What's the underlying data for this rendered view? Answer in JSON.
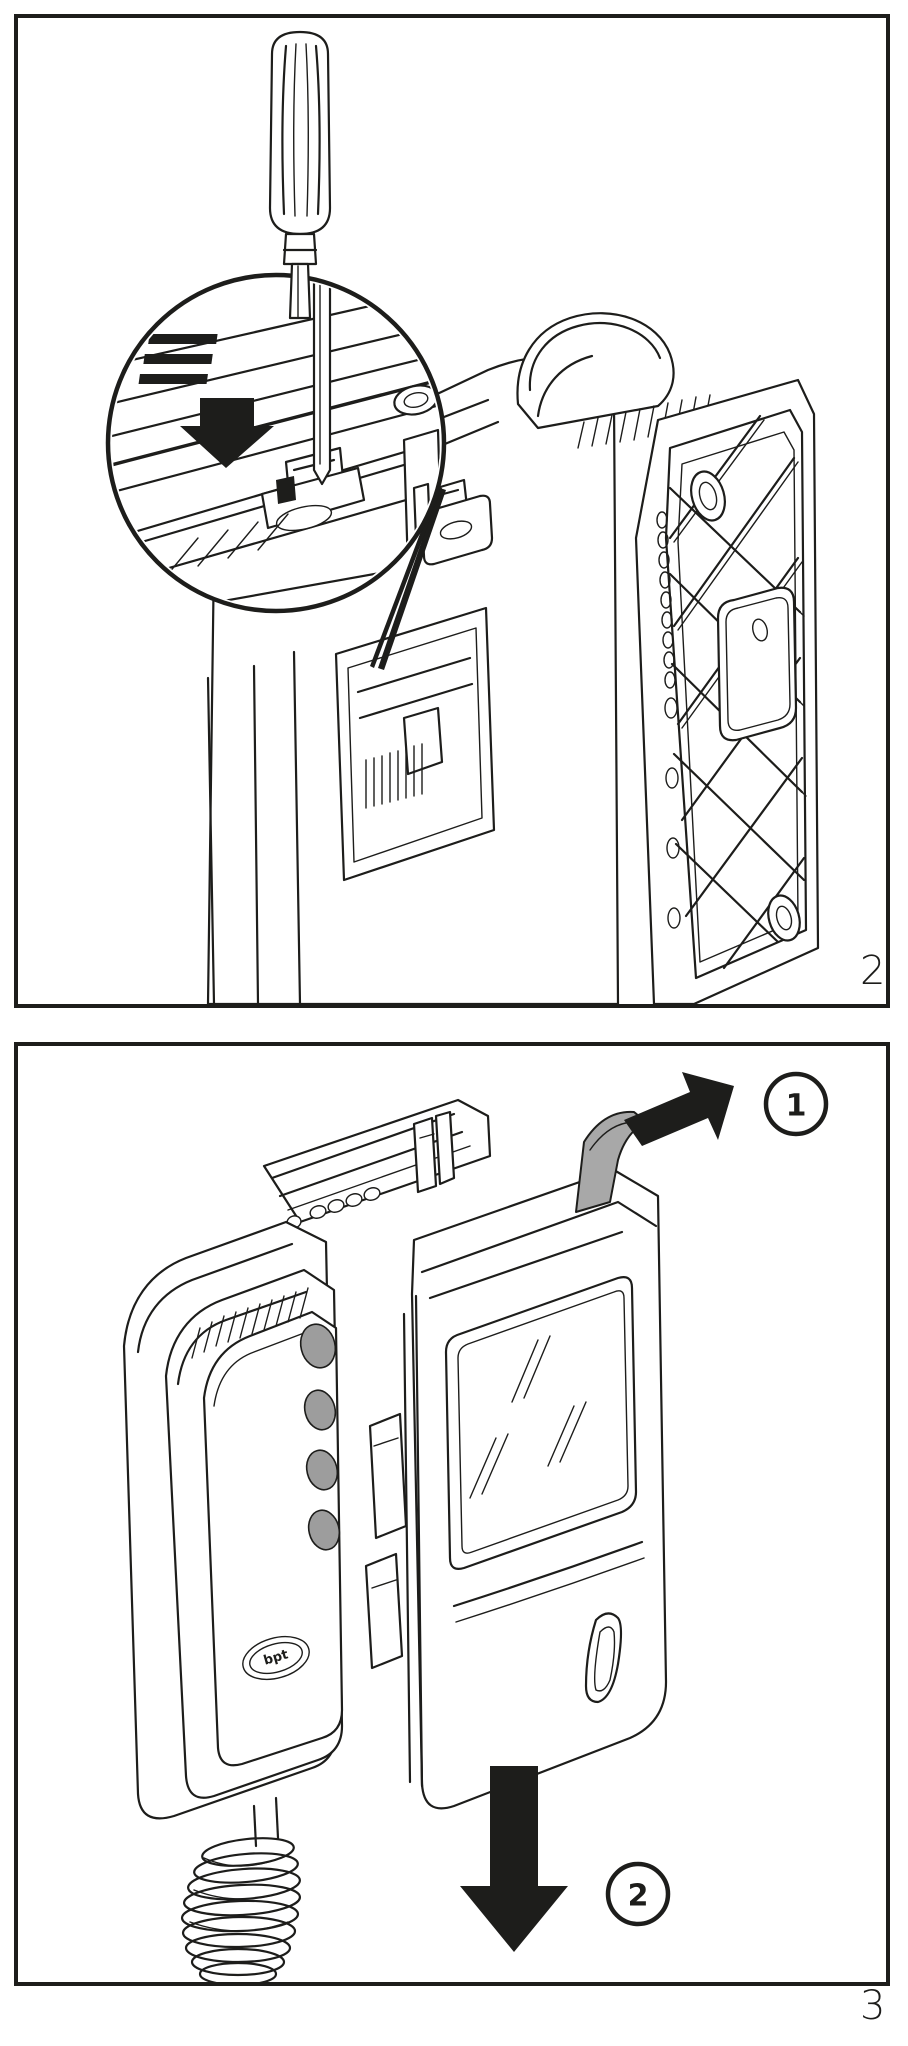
{
  "document": {
    "kind": "technical-illustration",
    "title": "Door entry phone — cover removal instructions",
    "background_color": "#ffffff",
    "line_color": "#1d1d1b",
    "accent_gray": "#a8a8a8"
  },
  "panels": [
    {
      "id": "panel-1",
      "figure_number": "2",
      "caption": "",
      "description": "Screwdriver releasing the retaining clip on the wall bracket of a door entry phone; circular magnified detail view linked by leader lines to the clip location.",
      "elements": {
        "screwdriver": {
          "name": "screwdriver",
          "orientation": "vertical",
          "tip": "flat-blade"
        },
        "detail_circle": {
          "name": "magnified-detail",
          "shape": "circle"
        },
        "press_arrow": {
          "name": "press-down-arrow",
          "direction": "down",
          "color": "#1d1d1b",
          "motion_lines": 3
        },
        "leader_lines": {
          "name": "detail-leader",
          "count": 2
        },
        "device": {
          "name": "wall-bracket-backplate",
          "features": [
            "diagonal-lattice-grille",
            "ventilation-slots",
            "screw-holes",
            "retaining-clip"
          ]
        }
      }
    },
    {
      "id": "panel-2",
      "figure_number": "3",
      "caption": "",
      "description": "Intercom handset mounted beside the base unit; a grey tab is lifted (step 1) and the front cover is slid downward (step 2).",
      "elements": {
        "handset": {
          "name": "handset",
          "logo_text": "bpt",
          "has_coiled_cord": true,
          "button_count": 4
        },
        "base_unit": {
          "name": "base-unit",
          "features": [
            "display-window",
            "ventilation-ribs",
            "front-cover"
          ]
        },
        "grey_tab": {
          "name": "release-tab",
          "color": "#a8a8a8"
        }
      },
      "callouts": [
        {
          "id": "callout-1",
          "label": "1",
          "action": "lift-tab",
          "arrow_direction": "up-right",
          "arrow_style": "solid-black-curved"
        },
        {
          "id": "callout-2",
          "label": "2",
          "action": "slide-cover-down",
          "arrow_direction": "down",
          "arrow_style": "solid-black-straight"
        }
      ]
    }
  ],
  "figure_numbers": {
    "panel_1": "2",
    "panel_2": "3"
  }
}
